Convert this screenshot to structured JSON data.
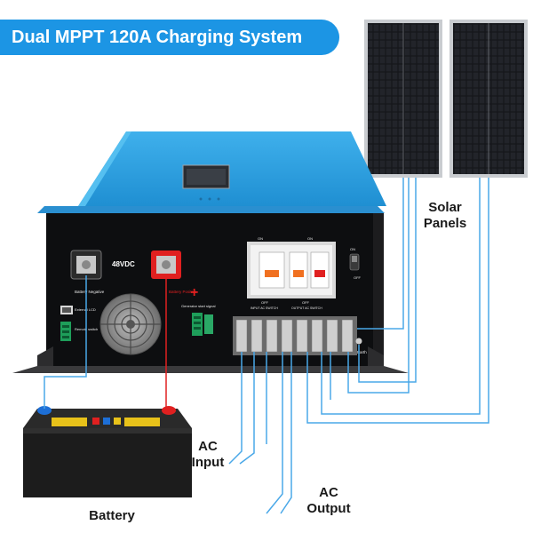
{
  "banner": {
    "title": "Dual MPPT 120A Charging System"
  },
  "labels": {
    "solar_line1": "Solar",
    "solar_line2": "Panels",
    "ac_input_line1": "AC",
    "ac_input_line2": "Input",
    "ac_output_line1": "AC",
    "ac_output_line2": "Output",
    "battery": "Battery"
  },
  "inverter": {
    "voltage": "48VDC",
    "battery_negative": "Battery Negative",
    "battery_positive": "Battery Positive",
    "external_lcd": "External LCD",
    "remote_switch": "Remote switch",
    "generator_start": "Generator start signal",
    "off_left": "OFF",
    "input_switch": "INPUT AC SWITCH",
    "off_right": "OFF",
    "output_switch": "OUTPUT AC SWITCH",
    "switch_on": "ON",
    "switch_off": "OFF",
    "earth": "Earth"
  },
  "colors": {
    "accent": "#1c95e4",
    "wire": "#4aa8e8",
    "inverter_blue": "#2b9fe0",
    "positive_red": "#e02020"
  }
}
